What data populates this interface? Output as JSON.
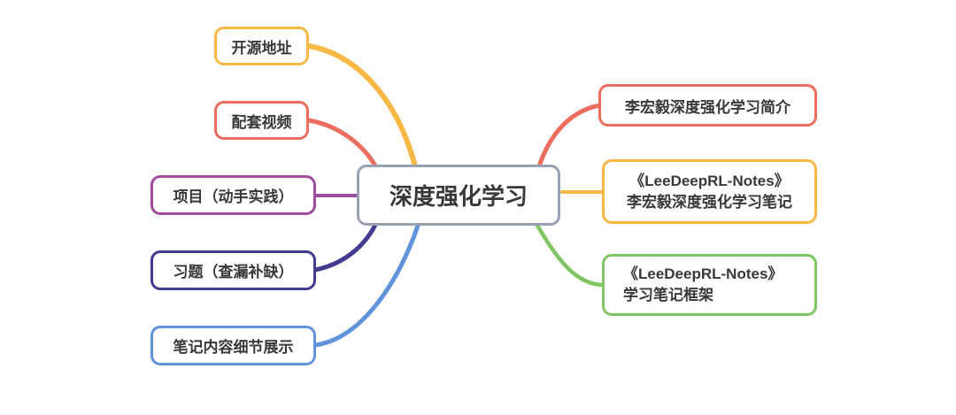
{
  "root": {
    "label": "深度强化学习",
    "border_color": "#98A1B3"
  },
  "left_nodes": [
    {
      "label": "开源地址",
      "color": "#F7B845"
    },
    {
      "label": "配套视频",
      "color": "#EC6D5D"
    },
    {
      "label": "项目（动手实践）",
      "color": "#A04D9D"
    },
    {
      "label": "习题（查漏补缺）",
      "color": "#413C8F"
    },
    {
      "label": "笔记内容细节展示",
      "color": "#6093DB"
    }
  ],
  "right_nodes": [
    {
      "lines": [
        "李宏毅深度强化学习简介"
      ],
      "color": "#EC6D5D"
    },
    {
      "lines": [
        "《LeeDeepRL-Notes》",
        "李宏毅深度强化学习笔记"
      ],
      "color": "#F7B845"
    },
    {
      "lines": [
        "《LeeDeepRL-Notes》",
        "学习笔记框架"
      ],
      "color": "#7FC663"
    }
  ],
  "colors": {
    "background": "#FFFFFF",
    "text": "#383838"
  }
}
